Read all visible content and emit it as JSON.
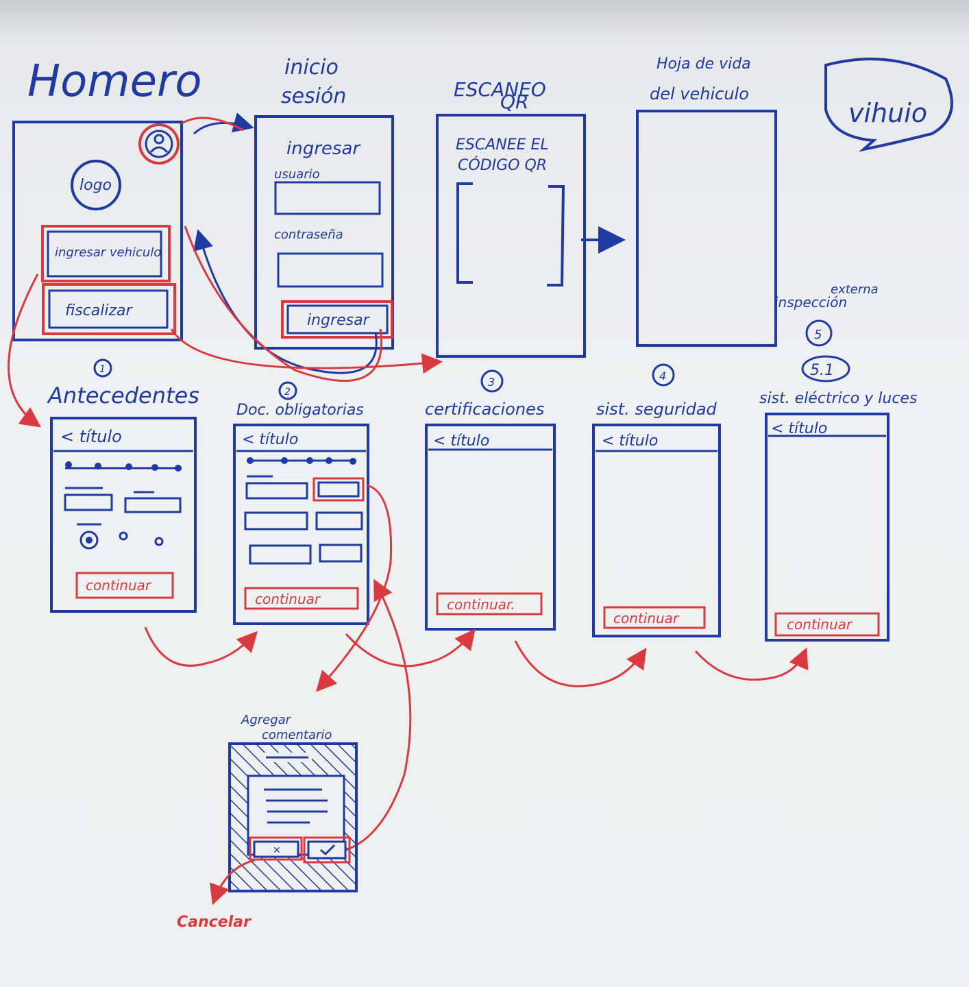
{
  "title": "Homero",
  "badge": "vihuio",
  "colors": {
    "marker_blue": "#1f3aa0",
    "marker_red": "#d93a3f",
    "board": "#ecedee"
  },
  "screens": {
    "home": {
      "logo": "logo",
      "btn1": "ingresar vehiculo",
      "btn2": "fiscalizar",
      "icon": "user-icon"
    },
    "login": {
      "title_line1": "inicio",
      "title_line2": "sesión",
      "heading": "ingresar",
      "user_label": "usuario",
      "pass_label": "contraseña",
      "button": "ingresar"
    },
    "qr": {
      "title_line1": "ESCANEO",
      "title_line2": "QR",
      "text_line1": "ESCANEE EL",
      "text_line2": "CÓDIGO QR"
    },
    "history": {
      "title_line1": "Hoja de vida",
      "title_line2": "del vehiculo"
    },
    "step1": {
      "num": "1",
      "title": "Antecedentes",
      "header": "< título",
      "button": "continuar"
    },
    "step2": {
      "num": "2",
      "title": "Doc. obligatorias",
      "header": "< título",
      "button": "continuar"
    },
    "step3": {
      "num": "3",
      "title": "certificaciones",
      "header": "< título",
      "button": "continuar."
    },
    "step4": {
      "num": "4",
      "title": "sist. seguridad",
      "header": "< título",
      "button": "continuar"
    },
    "step5": {
      "num": "5",
      "subnum": "5.1",
      "label_line1": "inspección",
      "label_line2": "externa",
      "title": "sist. eléctrico y luces",
      "header": "< título",
      "button": "continuar"
    },
    "modal": {
      "title_line1": "Agregar",
      "title_line2": "comentario",
      "cancel_icon": "x",
      "ok_icon": "check"
    },
    "cancel_label": "Cancelar"
  }
}
